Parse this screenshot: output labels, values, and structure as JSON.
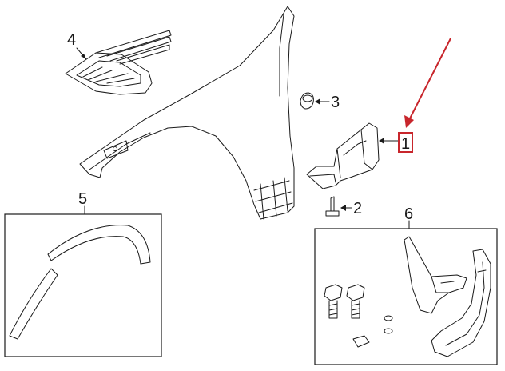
{
  "callouts": [
    {
      "id": "1",
      "text": "1",
      "highlighted": true
    },
    {
      "id": "2",
      "text": "2"
    },
    {
      "id": "3",
      "text": "3"
    },
    {
      "id": "4",
      "text": "4"
    },
    {
      "id": "5",
      "text": "5"
    },
    {
      "id": "6",
      "text": "6"
    }
  ],
  "colors": {
    "line": "#1a1a1a",
    "highlight": "#c8262c",
    "background": "#ffffff"
  }
}
